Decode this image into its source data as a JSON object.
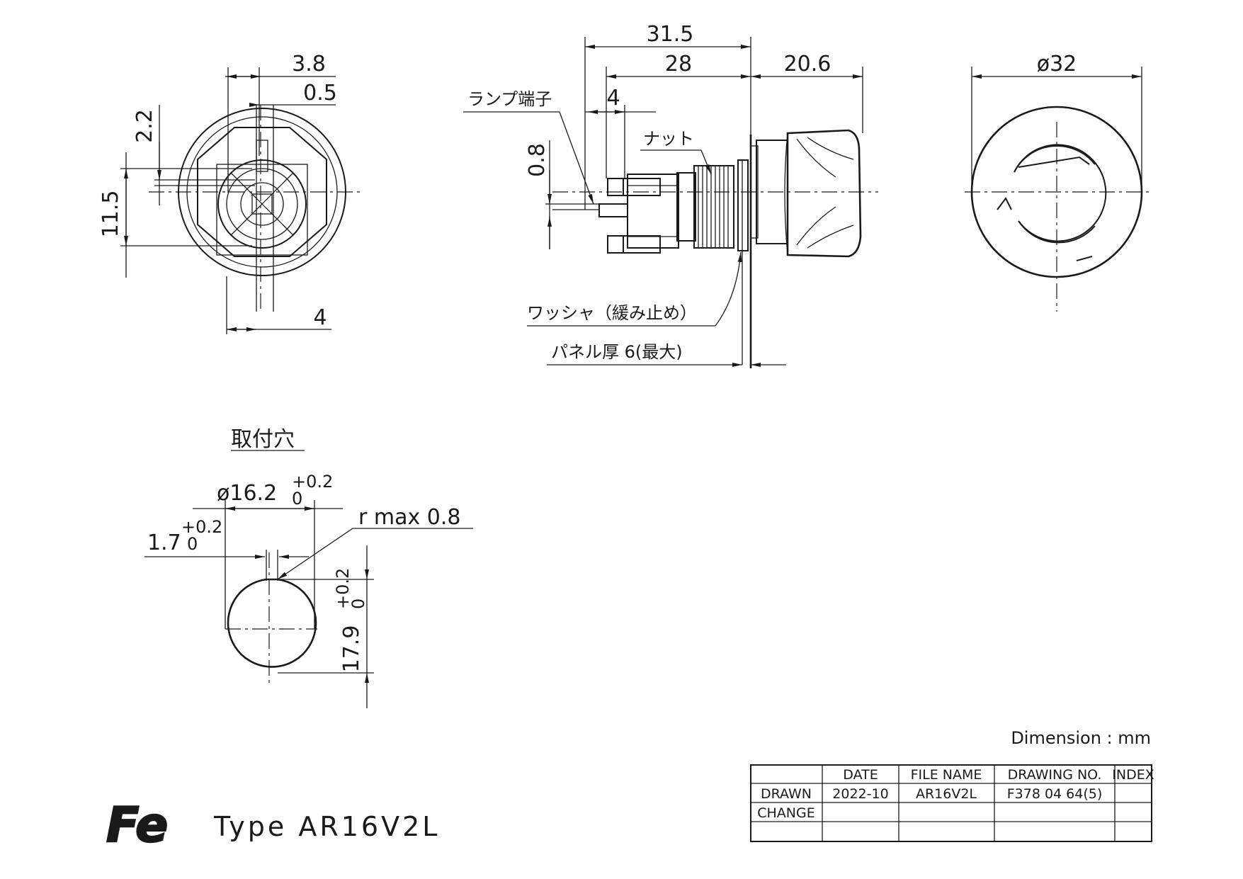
{
  "dims": {
    "w38": "3.8",
    "w05": "0.5",
    "h22": "2.2",
    "h115": "11.5",
    "w4_front": "4",
    "w315": "31.5",
    "w28": "28",
    "w206": "20.6",
    "w4_side": "4",
    "h08": "0.8",
    "d32": "ø32",
    "hole_dia": "ø16.2",
    "hole_dia_tol_plus": "+0.2",
    "hole_dia_tol_zero": "0",
    "key_w": "1.7",
    "key_tol_plus": "+0.2",
    "key_tol_zero": "0",
    "key_h": "17.9",
    "key_h_tol_plus": "+0.2",
    "key_h_tol_zero": "0",
    "rmax": "r max 0.8"
  },
  "labels": {
    "lamp_terminal": "ランプ端子",
    "nut": "ナット",
    "washer": "ワッシャ（緩み止め）",
    "panel": "パネル厚 6(最大)",
    "mount_hole": "取付穴"
  },
  "unit_note": "Dimension : mm",
  "type_label": "Type AR16V2L",
  "logo_text": "Fe",
  "title_block": {
    "headers": [
      "",
      "DATE",
      "FILE NAME",
      "DRAWING NO.",
      "INDEX"
    ],
    "rows": [
      [
        "DRAWN",
        "2022-10",
        "AR16V2L",
        "F378 04 64(5)",
        ""
      ],
      [
        "CHANGE",
        "",
        "",
        "",
        ""
      ],
      [
        "",
        "",
        "",
        "",
        ""
      ]
    ]
  }
}
